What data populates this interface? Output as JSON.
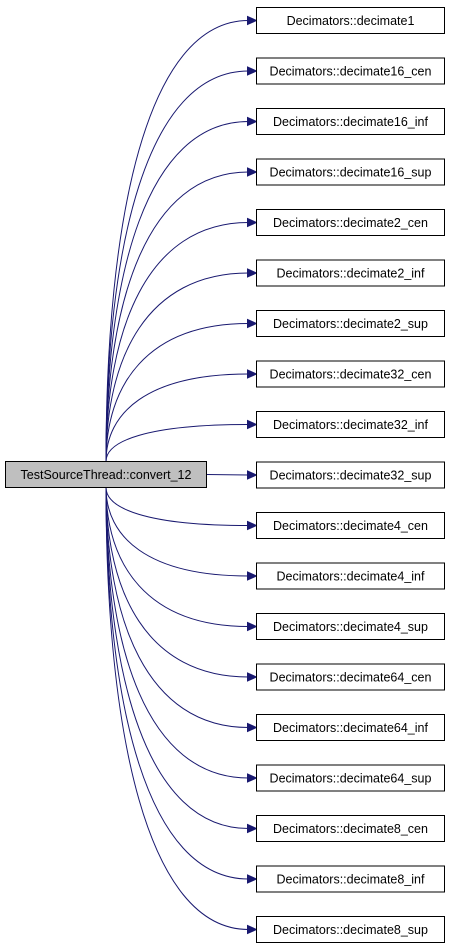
{
  "root": {
    "label": "TestSourceThread::convert_12"
  },
  "callees": [
    {
      "label": "Decimators::decimate1"
    },
    {
      "label": "Decimators::decimate16_cen"
    },
    {
      "label": "Decimators::decimate16_inf"
    },
    {
      "label": "Decimators::decimate16_sup"
    },
    {
      "label": "Decimators::decimate2_cen"
    },
    {
      "label": "Decimators::decimate2_inf"
    },
    {
      "label": "Decimators::decimate2_sup"
    },
    {
      "label": "Decimators::decimate32_cen"
    },
    {
      "label": "Decimators::decimate32_inf"
    },
    {
      "label": "Decimators::decimate32_sup"
    },
    {
      "label": "Decimators::decimate4_cen"
    },
    {
      "label": "Decimators::decimate4_inf"
    },
    {
      "label": "Decimators::decimate4_sup"
    },
    {
      "label": "Decimators::decimate64_cen"
    },
    {
      "label": "Decimators::decimate64_inf"
    },
    {
      "label": "Decimators::decimate64_sup"
    },
    {
      "label": "Decimators::decimate8_cen"
    },
    {
      "label": "Decimators::decimate8_inf"
    },
    {
      "label": "Decimators::decimate8_sup"
    }
  ],
  "colors": {
    "edge": "#191970",
    "root_fill": "#bfbfbf",
    "node_fill": "#ffffff",
    "border": "#000000"
  }
}
